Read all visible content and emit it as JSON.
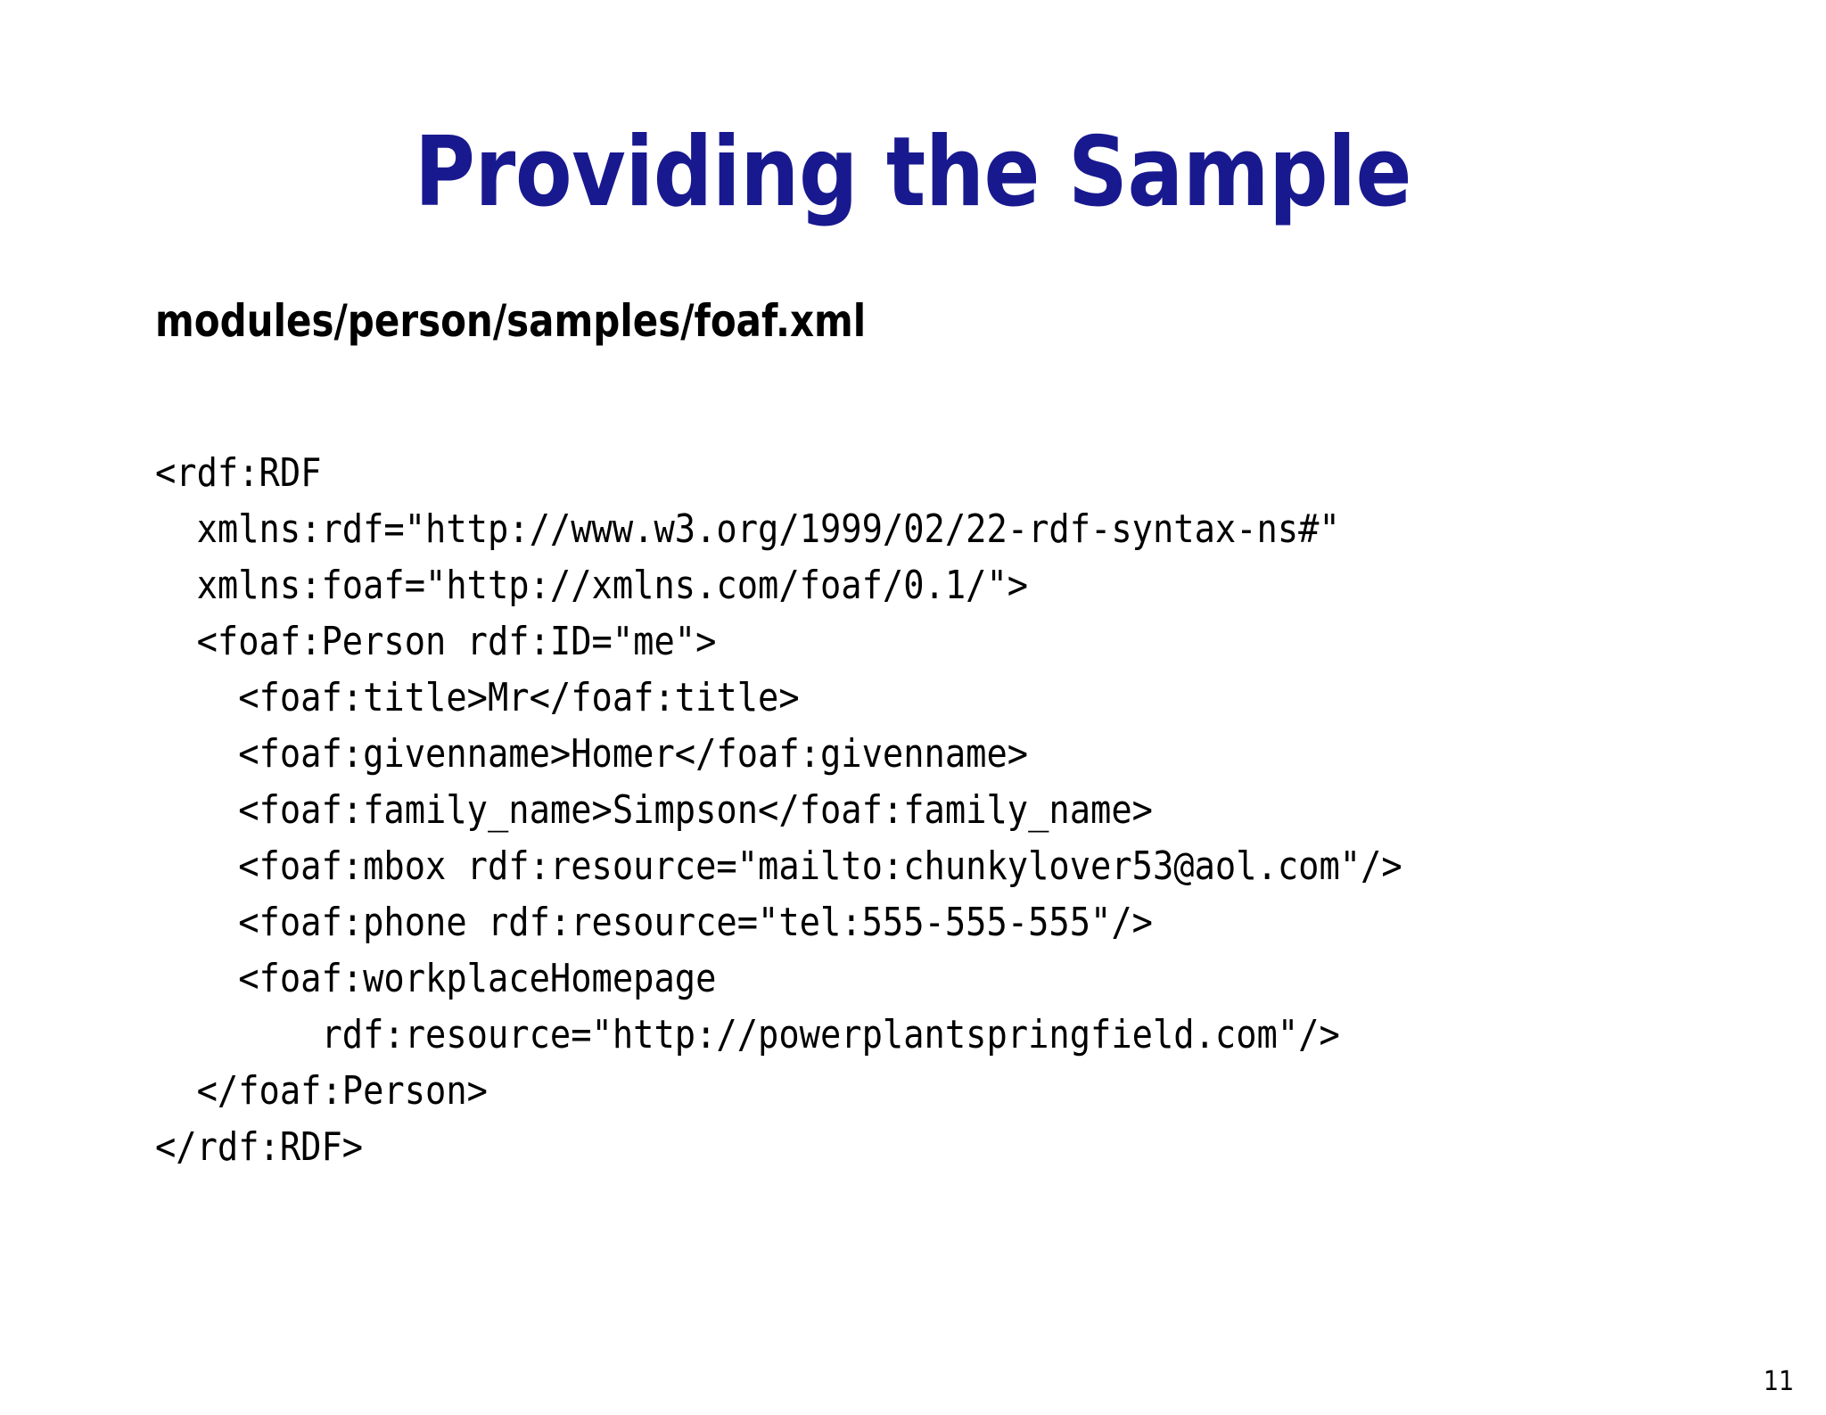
{
  "slide": {
    "title": "Providing the Sample",
    "title_color": "#19198f",
    "background_color": "#ffffff",
    "text_color": "#000000",
    "page_number": "11",
    "file_path": "modules/person/samples/foaf.xml",
    "code_lines": [
      "<rdf:RDF",
      "  xmlns:rdf=\"http://www.w3.org/1999/02/22-rdf-syntax-ns#\"",
      "  xmlns:foaf=\"http://xmlns.com/foaf/0.1/\">",
      "  <foaf:Person rdf:ID=\"me\">",
      "    <foaf:title>Mr</foaf:title>",
      "    <foaf:givenname>Homer</foaf:givenname>",
      "    <foaf:family_name>Simpson</foaf:family_name>",
      "    <foaf:mbox rdf:resource=\"mailto:chunkylover53@aol.com\"/>",
      "    <foaf:phone rdf:resource=\"tel:555-555-555\"/>",
      "    <foaf:workplaceHomepage",
      "        rdf:resource=\"http://powerplantspringfield.com\"/>",
      "  </foaf:Person>",
      "</rdf:RDF>"
    ]
  }
}
